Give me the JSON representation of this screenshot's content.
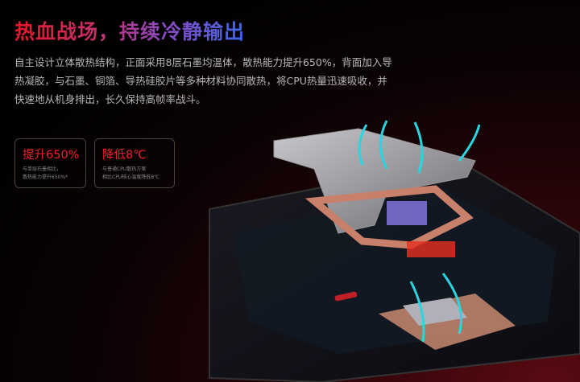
{
  "header": {
    "title": "热血战场，持续冷静输出"
  },
  "description": "自主设计立体散热结构，正面采用8层石墨均温体，散热能力提升650%，背面加入导热凝胶，与石墨、铜箔、导热硅胶片等多种材料协同散热，将CPU热量迅速吸收，并快速地从机身排出，长久保持高帧率战斗。",
  "cards": [
    {
      "value": "提升650%",
      "line1": "与单层石墨相比，",
      "line2": "散热能力提升650%*"
    },
    {
      "value": "降低8℃",
      "line1": "与普通CPU散热方案",
      "line2": "相比CPU核心温度降低8℃"
    }
  ],
  "colors": {
    "accent": "#f01f2a",
    "title_start": "#e8162a",
    "title_end": "#3a66e8",
    "arrows": "#29d6e0"
  }
}
